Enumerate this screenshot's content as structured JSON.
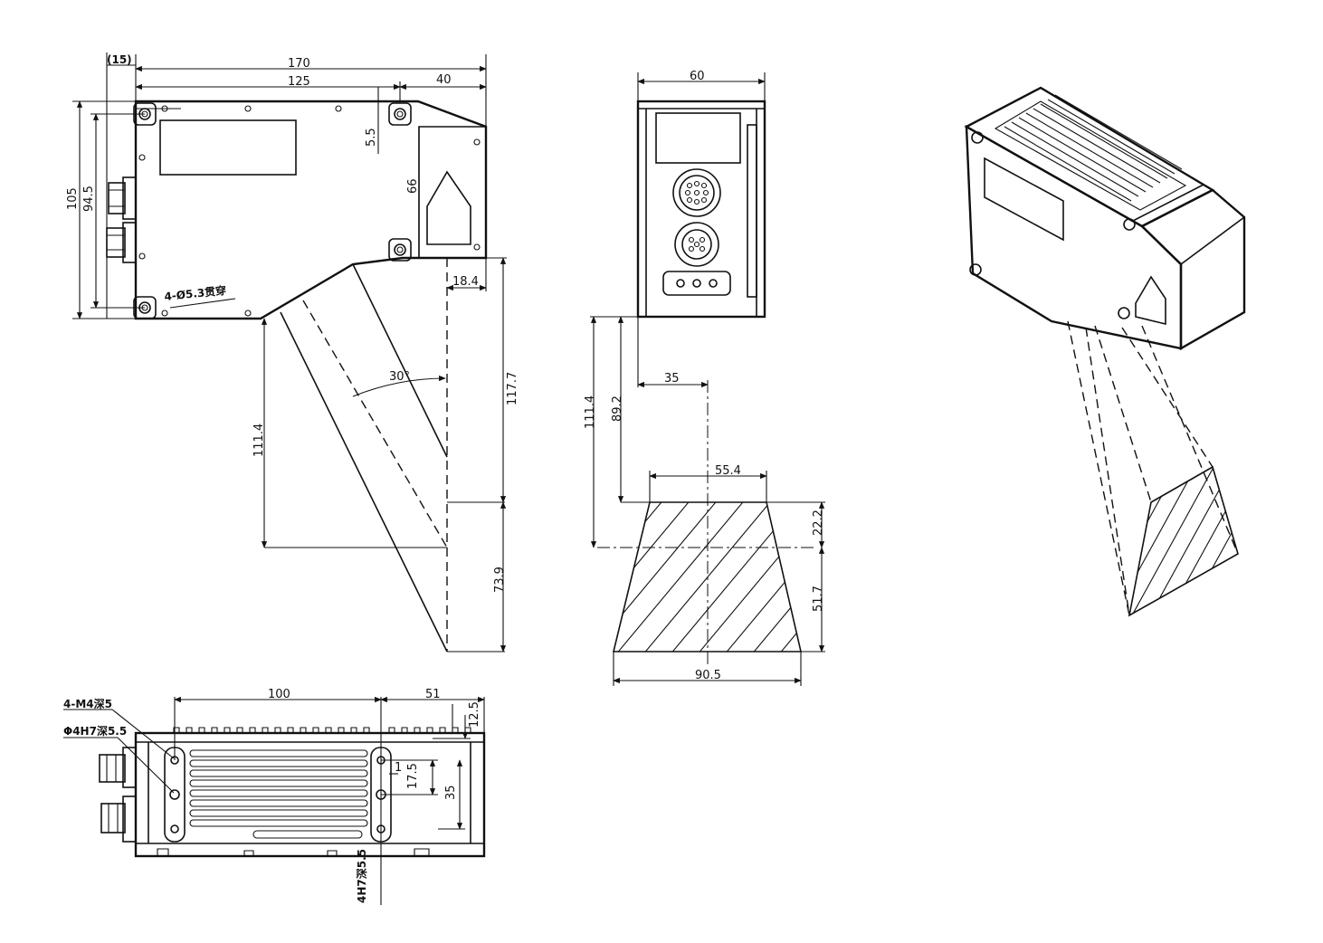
{
  "side_view": {
    "labels": {
      "d15": "(15)",
      "d170": "170",
      "d125": "125",
      "d40": "40",
      "d105": "105",
      "d94_5": "94.5",
      "d5_5": "5.5",
      "d66": "66",
      "d18_4": "18.4",
      "d117_7": "117.7",
      "d111_4": "111.4",
      "d73_9": "73.9",
      "angle": "30°",
      "hole_note": "4-Ø5.3贯穿"
    }
  },
  "front_view": {
    "labels": {
      "d60": "60",
      "d35": "35",
      "d111_4": "111.4",
      "d89_2": "89.2",
      "d55_4": "55.4",
      "d22_2": "22.2",
      "d51_7": "51.7",
      "d90_5": "90.5"
    }
  },
  "bottom_view": {
    "labels": {
      "d100": "100",
      "d51": "51",
      "d12_5": "12.5",
      "d1": "1",
      "d17_5": "17.5",
      "d35": "35",
      "m4_note": "4-M4深5",
      "h7_note": "Φ4H7深5.5",
      "h7_note_vertical": "4H7深5.5"
    }
  },
  "colors": {
    "line": "#111111",
    "background": "#ffffff"
  }
}
